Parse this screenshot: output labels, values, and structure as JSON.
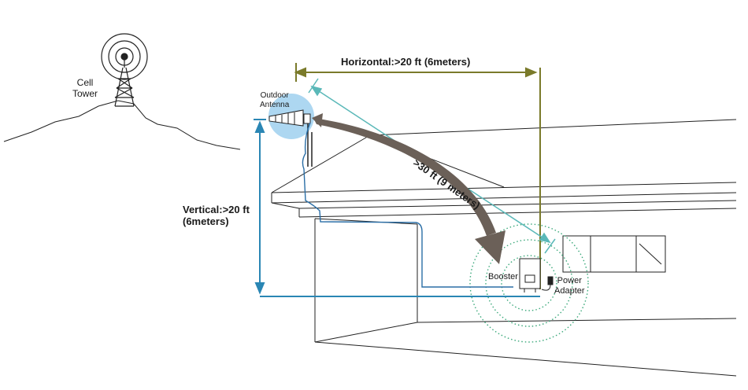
{
  "labels": {
    "cell_tower": [
      "Cell",
      "Tower"
    ],
    "outdoor_antenna": [
      "Outdoor",
      "Antenna"
    ],
    "horizontal": "Horizontal:>20 ft (6meters)",
    "vertical": [
      "Vertical:>20 ft",
      "(6meters)"
    ],
    "diagonal": ">30 ft (9 meters)",
    "booster": "Booster",
    "power_adapter": [
      "Power",
      "Adapter"
    ]
  },
  "colors": {
    "horizontal_line": "#7a7a2a",
    "vertical_line": "#2a86b4",
    "diagonal_line": "#5ab8b8",
    "cable": "#2a6ea6",
    "signal_arrow": "#6b6058",
    "signal_rings": "#3aa87a",
    "antenna_halo": "#9fd0ee",
    "house_lines": "#222222"
  },
  "icons": [
    "cell-tower-icon",
    "outdoor-antenna-icon",
    "booster-icon",
    "power-adapter-icon"
  ]
}
